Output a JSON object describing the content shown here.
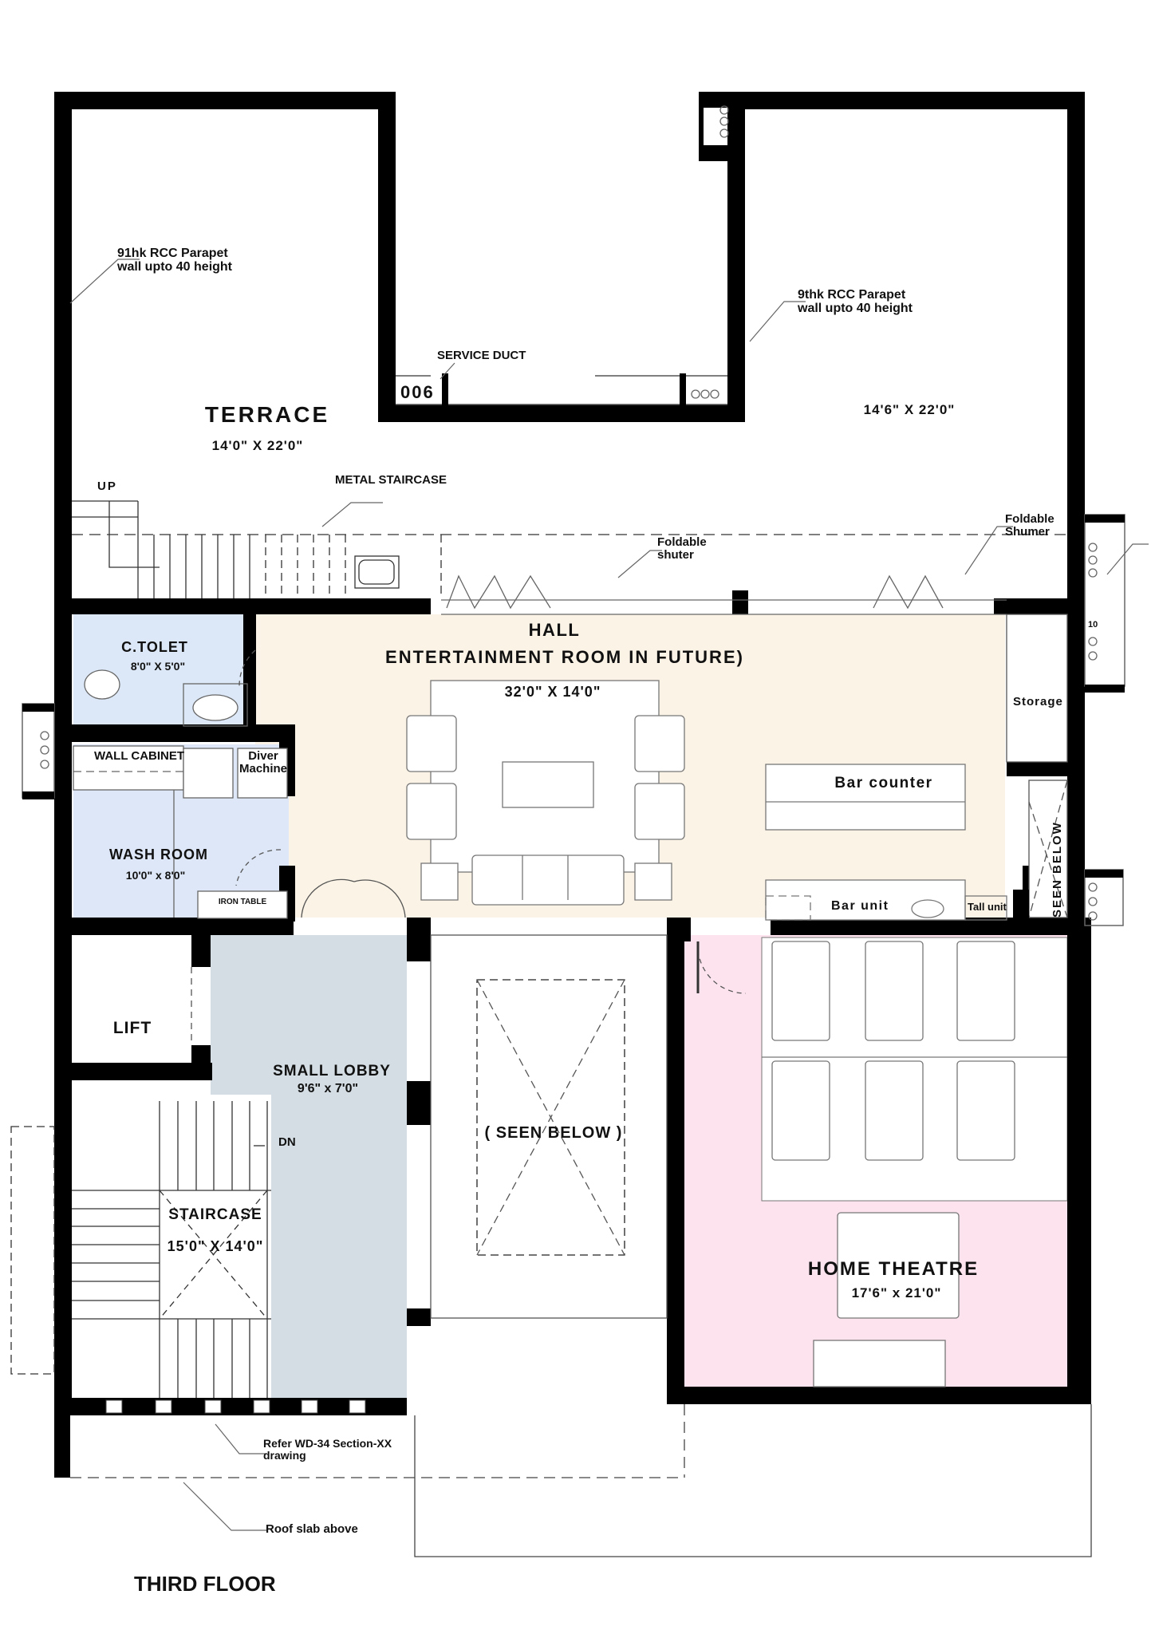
{
  "drawing": {
    "title": "THIRD FLOOR",
    "colors": {
      "wall": "#000000",
      "hall_fill": "#fbf3e6",
      "toilet_fill": "#dce8f7",
      "washroom_fill": "#dde7f7",
      "lobby_fill": "#d4dde3",
      "theatre_fill": "#fce3ee",
      "line": "#555555"
    }
  },
  "rooms": {
    "terrace_left": {
      "name": "TERRACE",
      "dims": "14'0\" X 22'0\""
    },
    "terrace_right": {
      "dims": "14'6\" X 22'0\""
    },
    "toilet": {
      "name": "C.TOLET",
      "dims": "8'0\" X 5'0\""
    },
    "hall": {
      "name": "HALL",
      "subtitle": "ENTERTAINMENT ROOM IN FUTURE)",
      "dims": "32'0\" X 14'0\""
    },
    "washroom": {
      "name": "WASH ROOM",
      "dims": "10'0\" x 8'0\""
    },
    "lift": {
      "name": "LIFT"
    },
    "lobby": {
      "name": "SMALL LOBBY",
      "dims": "9'6\" x 7'0\""
    },
    "staircase": {
      "name": "STAIRCASE",
      "dims": "15'0\" X 14'0\""
    },
    "void": {
      "name": "( SEEN BELOW )"
    },
    "theatre": {
      "name": "HOME THEATRE",
      "dims": "17'6\" x 21'0\""
    },
    "storage": {
      "name": "Storage"
    },
    "shaft": {
      "name": "SEEN BELOW"
    }
  },
  "annotations": {
    "parapet_left": [
      "91hk RCC Parapet",
      "wall upto 40 height"
    ],
    "parapet_right": [
      "9thk RCC Parapet",
      "wall upto 40 height"
    ],
    "service_duct": "SERVICE DUCT",
    "duct_number": "006",
    "up": "UP",
    "metal_staircase": "METAL STAIRCASE",
    "foldable_shutter_1": [
      "Foldable",
      "shuter"
    ],
    "foldable_shutter_2": [
      "Foldable",
      "Shumer"
    ],
    "duct_10": "10",
    "wall_cabinet": "WALL CABINET",
    "dryer": [
      "Diver",
      "Machine"
    ],
    "iron_table": "IRON TABLE",
    "bar_counter": "Bar counter",
    "bar_unit": "Bar unit",
    "tall_unit": "Tall unit",
    "dn": "DN",
    "refer_section": [
      "Refer WD-34 Section-XX",
      "drawing"
    ],
    "roof_slab": "Roof slab above"
  }
}
